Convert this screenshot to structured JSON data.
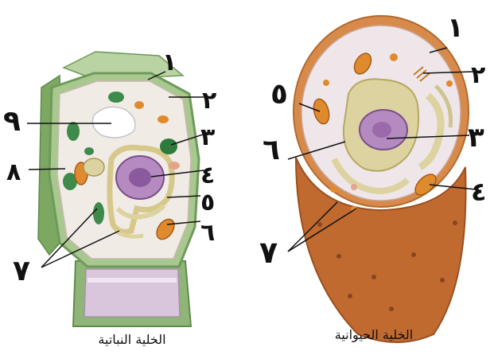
{
  "plant_cell": {
    "caption": "الخلية النباتية",
    "labels": [
      "١",
      "٢",
      "٣",
      "٤",
      "٥",
      "٦",
      "٧",
      "٨",
      "٩"
    ]
  },
  "animal_cell": {
    "caption": "الخلية الحيوانية",
    "labels": [
      "١",
      "٢",
      "٣",
      "٤",
      "٥",
      "٦",
      "٧"
    ]
  },
  "colors": {
    "cell_wall": "#a9c88f",
    "cell_wall_dark": "#6e9a5a",
    "cytoplasm": "#f1ebe6",
    "nucleus": "#b58ac0",
    "nucleus_inner": "#8b5a9c",
    "golgi_er": "#ddd3a0",
    "chloroplast": "#3d8a4a",
    "mitochondria": "#e08a2e",
    "animal_membrane": "#d88a4a",
    "animal_base": "#c06a30"
  }
}
